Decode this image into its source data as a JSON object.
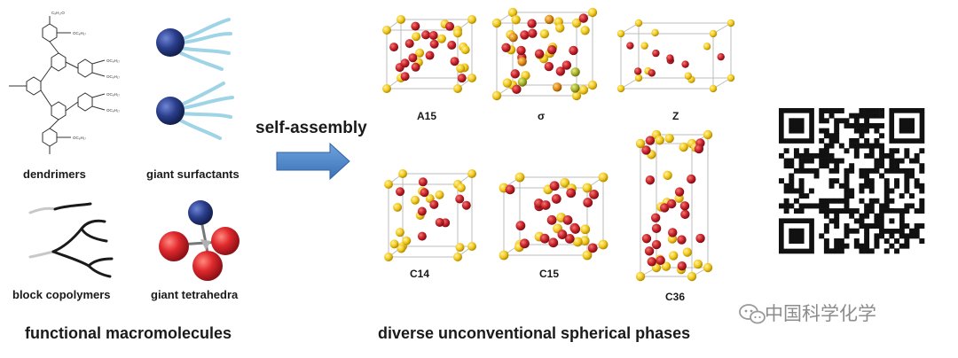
{
  "left": {
    "labels": {
      "dendrimers": "dendrimers",
      "giant_surfactants": "giant surfactants",
      "block_copolymers": "block copolymers",
      "giant_tetrahedra": "giant tetrahedra"
    },
    "title": "functional macromolecules",
    "dendrimer_subs": [
      "C₈H₁₇O",
      "OC₈H₁₇"
    ]
  },
  "arrow_label": "self-assembly",
  "phases": {
    "labels": [
      "A15",
      "σ",
      "Z",
      "C14",
      "C15",
      "C36"
    ],
    "title": "diverse unconventional spherical phases"
  },
  "watermark": {
    "text": "中国科学化学",
    "icon": "wechat-icon"
  },
  "colors": {
    "arrow": "#4a86c8",
    "sphere_red": "#c8202a",
    "sphere_yellow": "#f2c81a",
    "sphere_blue": "#2a3e8c",
    "qr": "#111111"
  }
}
